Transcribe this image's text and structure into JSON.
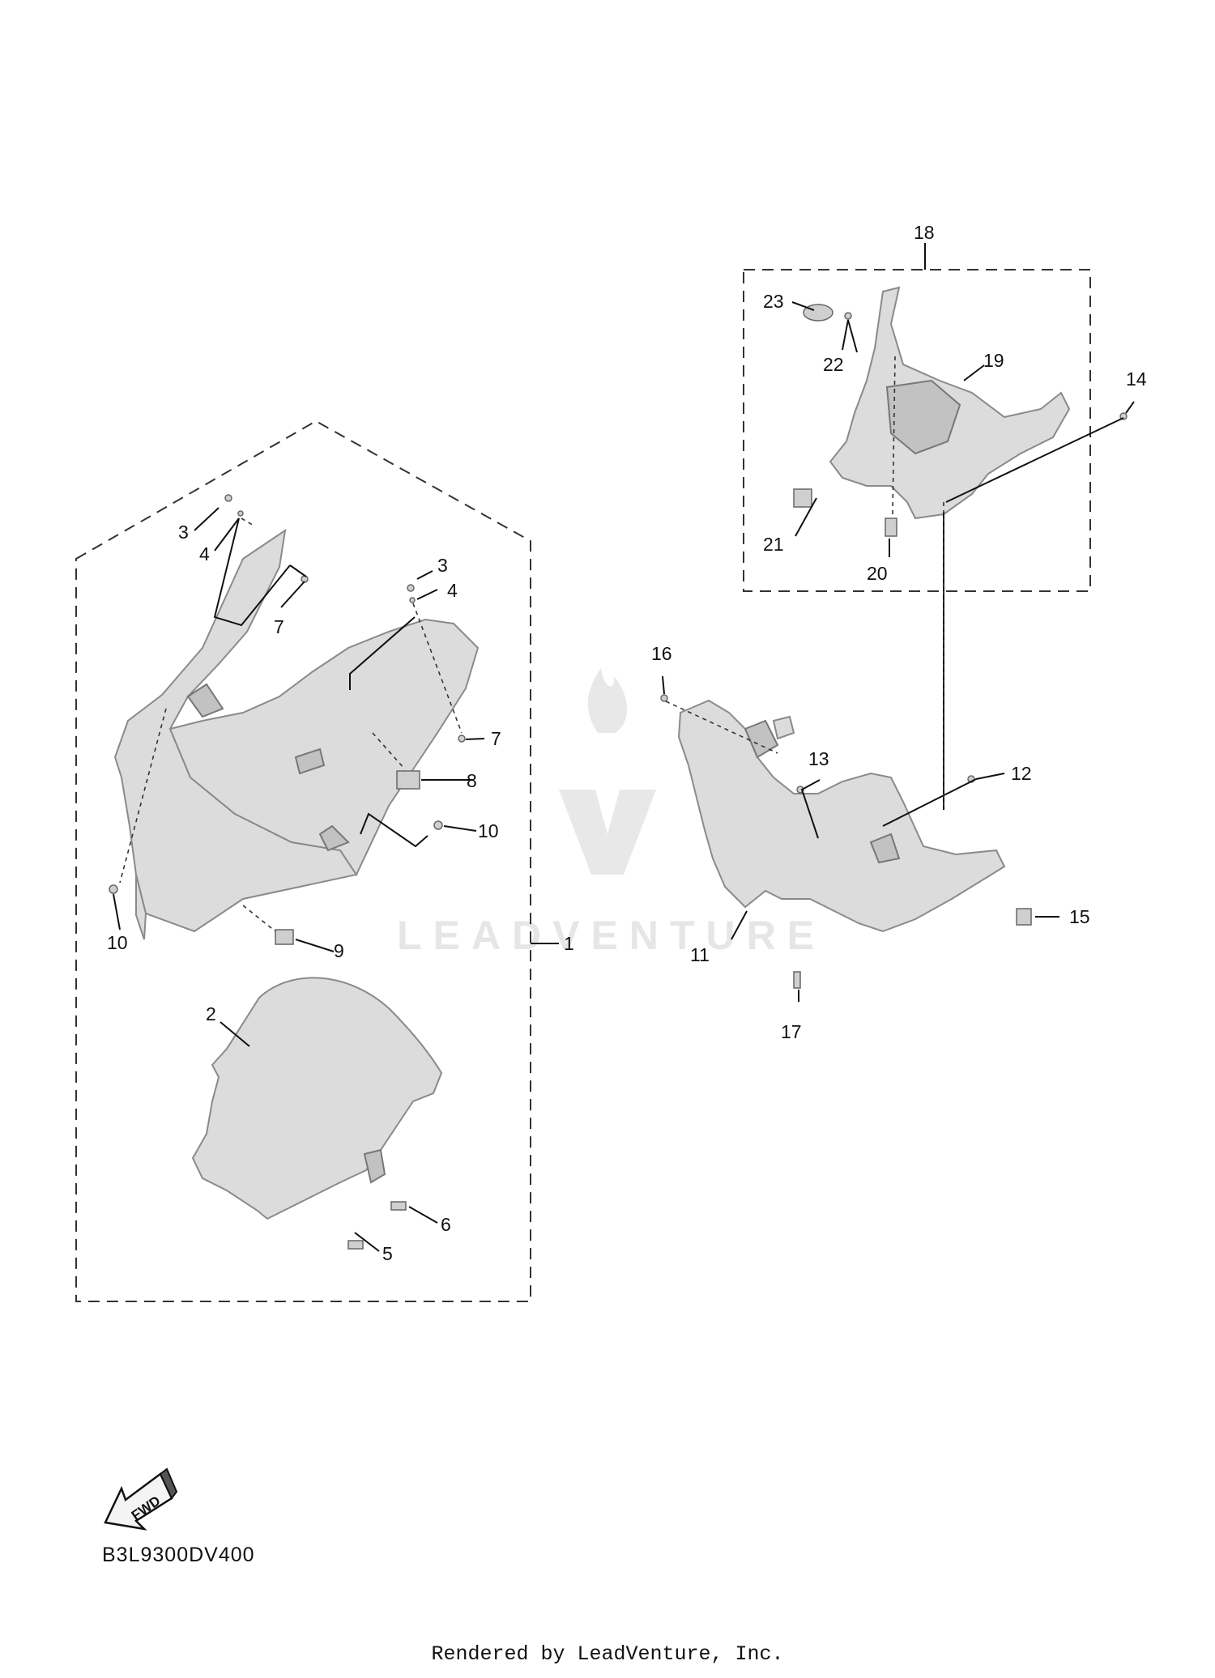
{
  "diagram_code": "B3L9300DV400",
  "footer": "Rendered by LeadVenture, Inc.",
  "fwd_label": "FWD",
  "watermark_text": "LEADVENTURE",
  "callouts": [
    "1",
    "2",
    "3",
    "3",
    "4",
    "4",
    "5",
    "6",
    "7",
    "7",
    "8",
    "9",
    "10",
    "10",
    "11",
    "12",
    "13",
    "14",
    "15",
    "16",
    "17",
    "18",
    "19",
    "20",
    "21",
    "22",
    "23"
  ],
  "colors": {
    "line": "#111111",
    "part_fill": "#dcdcdc",
    "watermark": "#e4e4e4"
  }
}
